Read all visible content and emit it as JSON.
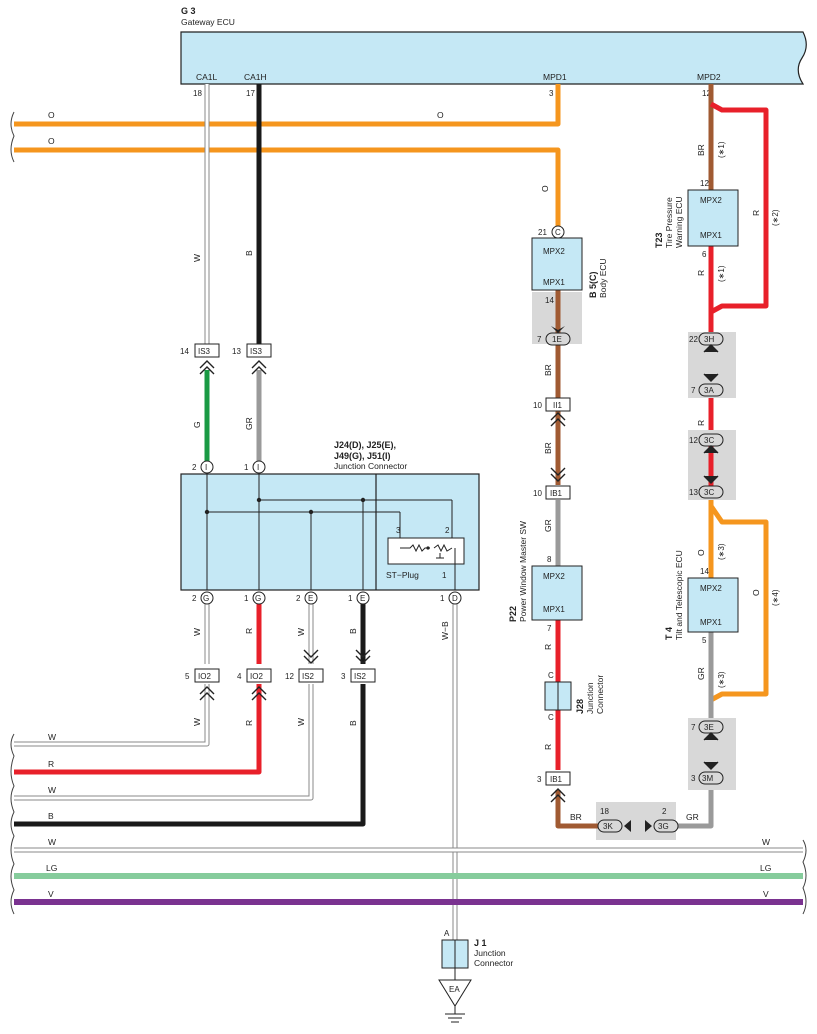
{
  "gateway": {
    "code": "G 3",
    "name": "Gateway ECU",
    "pins": [
      "CA1L",
      "CA1H",
      "MPD1",
      "MPD2"
    ],
    "pin_numbers": [
      "18",
      "17",
      "3",
      "12"
    ]
  },
  "body_ecu": {
    "code": "B 5(C)",
    "name": "Body ECU",
    "top": "MPX2",
    "bottom": "MPX1",
    "pin_top": "21",
    "conn_top": "C",
    "pin_bottom": "14"
  },
  "tpw_ecu": {
    "code": "T23",
    "name_line1": "Tire Pressure",
    "name_line2": "Warning ECU",
    "top": "MPX2",
    "bottom": "MPX1",
    "pin_top": "12",
    "pin_bottom": "6"
  },
  "pwm_sw": {
    "code": "P22",
    "name": "Power Window Master SW",
    "top": "MPX2",
    "bottom": "MPX1",
    "pin_top": "8",
    "pin_bottom": "7"
  },
  "tilt_ecu": {
    "code": "T 4",
    "name": "Tilt and Telescopic ECU",
    "top": "MPX2",
    "bottom": "MPX1",
    "pin_top": "14",
    "pin_bottom": "5"
  },
  "jconn": {
    "line1": "J24(D), J25(E),",
    "line2": "J49(G), J51(I)",
    "name": "Junction Connector",
    "stplug": "ST−Plug",
    "stplug_pins": [
      "3",
      "2",
      "1"
    ]
  },
  "j28": {
    "code": "J28",
    "name_line1": "Junction",
    "name_line2": "Connector",
    "pin": "C"
  },
  "j1": {
    "code": "J 1",
    "name_line1": "Junction",
    "name_line2": "Connector",
    "pin": "A",
    "ground": "EA"
  },
  "connectors": {
    "is3_a": {
      "label": "IS3",
      "pin": "14"
    },
    "is3_b": {
      "label": "IS3",
      "pin": "13"
    },
    "io2_a": {
      "label": "IO2",
      "pin": "5"
    },
    "io2_b": {
      "label": "IO2",
      "pin": "4"
    },
    "is2_a": {
      "label": "IS2",
      "pin": "12"
    },
    "is2_b": {
      "label": "IS2",
      "pin": "3"
    },
    "ii1": {
      "label": "II1",
      "pin": "10"
    },
    "ib1_a": {
      "label": "IB1",
      "pin": "10"
    },
    "ib1_b": {
      "label": "IB1",
      "pin": "3"
    },
    "c1e": {
      "label": "1E",
      "pin": "7"
    },
    "c3h": {
      "label": "3H",
      "pin": "22"
    },
    "c3a": {
      "label": "3A",
      "pin": "7"
    },
    "c3c_a": {
      "label": "3C",
      "pin": "12"
    },
    "c3c_b": {
      "label": "3C",
      "pin": "13"
    },
    "c3e": {
      "label": "3E",
      "pin": "7"
    },
    "c3m": {
      "label": "3M",
      "pin": "3"
    },
    "c3k": {
      "label": "3K",
      "pin": "18"
    },
    "c3g": {
      "label": "3G",
      "pin": "2"
    }
  },
  "jconn_pins": {
    "top_i2": {
      "pin": "2",
      "label": "I"
    },
    "top_i1": {
      "pin": "1",
      "label": "I"
    },
    "bot_g2": {
      "pin": "2",
      "label": "G"
    },
    "bot_g1": {
      "pin": "1",
      "label": "G"
    },
    "bot_e2": {
      "pin": "2",
      "label": "E"
    },
    "bot_e1": {
      "pin": "1",
      "label": "E"
    },
    "bot_d1": {
      "pin": "1",
      "label": "D"
    }
  },
  "wire_labels": {
    "o_top": "O",
    "o_mid": "O",
    "o_left2": "O",
    "o_body": "O",
    "w_ca1l": "W",
    "b_ca1h": "B",
    "g_is3": "G",
    "gr_is3": "GR",
    "br_mpd2": "BR",
    "r_loop": "R",
    "r_tpw": "R",
    "r_3h": "R",
    "br_1e": "BR",
    "br_ii1": "BR",
    "gr_ib1": "GR",
    "r_pwm": "R",
    "r_j28": "R",
    "br_3k": "BR",
    "gr_3g": "GR",
    "o_tilt": "O",
    "o_loop": "O",
    "gr_tilt": "GR",
    "w_io2": "W",
    "r_io2": "R",
    "w_is2": "W",
    "b_is2": "B",
    "wb_j1": "W−B",
    "bus_w1": "W",
    "bus_r": "R",
    "bus_w2": "W",
    "bus_b": "B",
    "bus_w3": "W",
    "bus_w3r": "W",
    "bus_lg": "LG",
    "bus_lgr": "LG",
    "bus_v": "V",
    "bus_vr": "V"
  },
  "notes": {
    "n1a": "(∗1)",
    "n1b": "(∗1)",
    "n2": "(∗2)",
    "n3a": "(∗3)",
    "n3b": "(∗3)",
    "n4": "(∗4)"
  },
  "colors": {
    "orange": "#f5961e",
    "red": "#e8202a",
    "brown": "#a05a32",
    "black": "#1a1a1a",
    "green": "#1a9a44",
    "gray": "#9a9a9a",
    "lightgreen": "#86cc9c",
    "violet": "#7a3290",
    "ecu_fill": "#c5e8f5",
    "shade": "#d8d8d8"
  }
}
